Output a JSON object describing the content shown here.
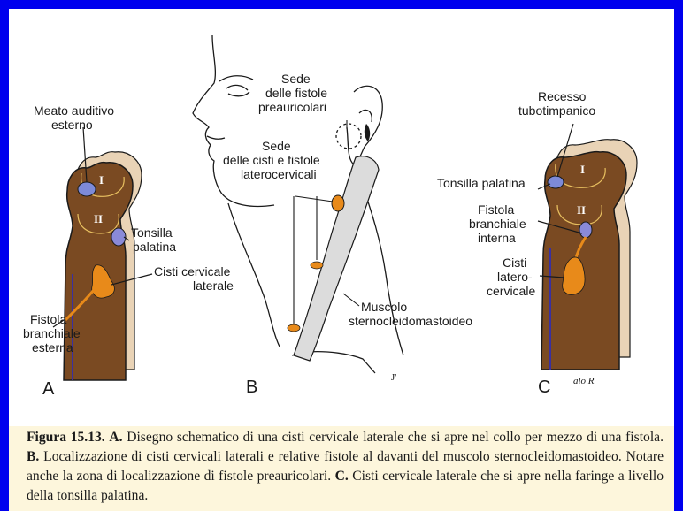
{
  "labels": {
    "meato": [
      "Meato auditivo",
      "esterno"
    ],
    "tonsilla_a": [
      "Tonsilla",
      "palatina"
    ],
    "cisti_a": [
      "Cisti cervicale",
      "laterale"
    ],
    "fistola_a": [
      "Fistola",
      "branchiale",
      "esterna"
    ],
    "sede_preauricolari": [
      "Sede",
      "delle fistole",
      "preauricolari"
    ],
    "sede_laterocervicali": [
      "Sede",
      "delle cisti e fistole",
      "laterocervicali"
    ],
    "muscolo": [
      "Muscolo",
      "sternocleidomastoideo"
    ],
    "recesso": [
      "Recesso",
      "tubotimpanico"
    ],
    "tonsilla_c": "Tonsilla palatina",
    "fistola_c": [
      "Fistola",
      "branchiale",
      "interna"
    ],
    "cisti_c": [
      "Cisti",
      "latero-",
      "cervicale"
    ],
    "roman_i": "I",
    "roman_ii": "II",
    "signature": "alo R"
  },
  "panels": {
    "a": "A",
    "b": "B",
    "c": "C"
  },
  "caption": {
    "figure": "Figura 15.13.",
    "part_a_letter": "A.",
    "part_a_text": " Disegno schematico di una cisti cervicale laterale che si apre nel collo per mezzo di una fistola. ",
    "part_b_letter": "B.",
    "part_b_text": " Localizzazione di cisti cervicali laterali e relative fistole al davanti del muscolo sternocleidomastoideo. Notare anche la zona di localizzazione di fistole preauricolari. ",
    "part_c_letter": "C.",
    "part_c_text": " Cisti cervicale laterale che si apre nella faringe a livello della tonsilla palatina."
  },
  "colors": {
    "frame": "#0000ee",
    "tissue": "#7a4a22",
    "tissue_light": "#e9d3b6",
    "cyst": "#e88a1a",
    "tonsil": "#8a8ad8",
    "outline": "#1a1a1a",
    "caption_bg": "#fdf6dc"
  }
}
